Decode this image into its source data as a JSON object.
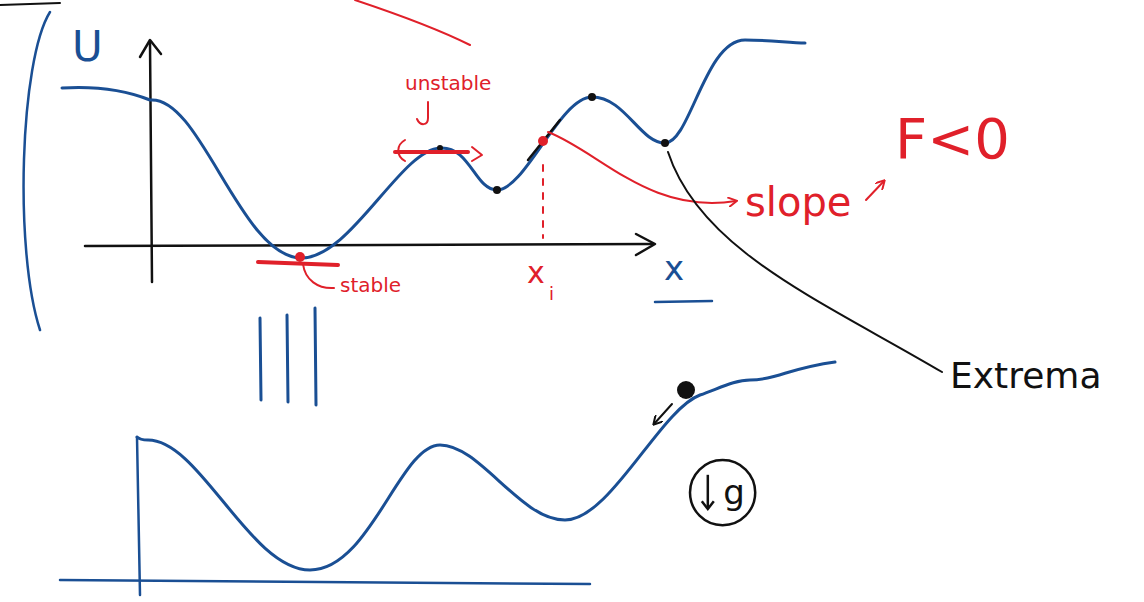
{
  "diagram": {
    "nodes": [
      {
        "text": [
          "g"
        ]
      }
    ],
    "labels": [
      "U",
      "x",
      "unstable",
      "stable",
      "x",
      "i",
      "slope",
      "F<0",
      "Extrema"
    ]
  }
}
